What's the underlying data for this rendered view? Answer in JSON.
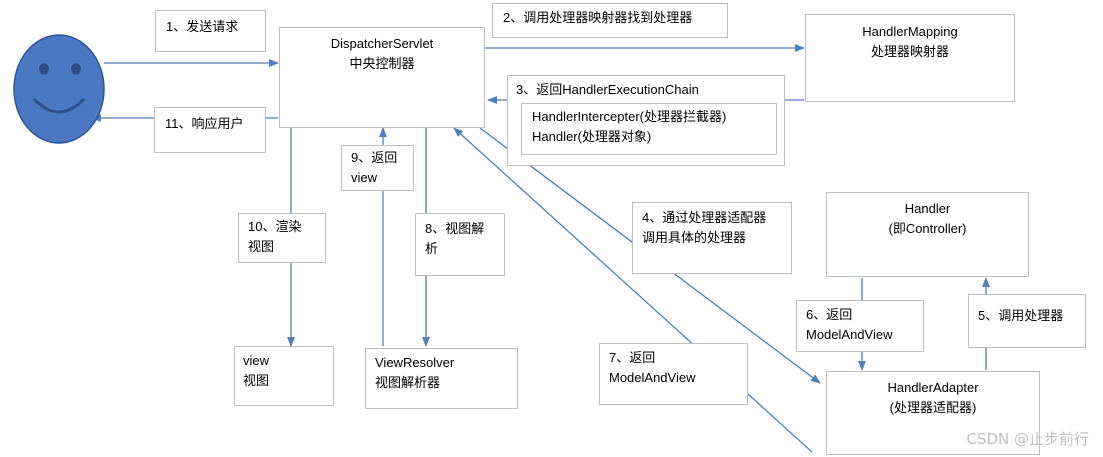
{
  "colors": {
    "arrow": "#4f7fb6",
    "face": "#4a78c2",
    "border": "#bfbfbf"
  },
  "nodes": {
    "dispatcher": {
      "line1": "DispatcherServlet",
      "line2": "中央控制器"
    },
    "handler_mapping": {
      "line1": "HandlerMapping",
      "line2": "处理器映射器"
    },
    "handler": {
      "line1": "Handler",
      "line2": "(即Controller)"
    },
    "handler_adapter": {
      "line1": "HandlerAdapter",
      "line2": "(处理器适配器)"
    },
    "view": {
      "line1": "view",
      "line2": "视图"
    },
    "view_resolver": {
      "line1": "ViewResolver",
      "line2": "视图解析器"
    },
    "execution_chain": {
      "title": "3、返回HandlerExecutionChain",
      "item1": "HandlerIntercepter(处理器拦截器)",
      "item2": "Handler(处理器对象)"
    }
  },
  "labels": {
    "step1": "1、发送请求",
    "step2": "2、调用处理器映射器找到处理器",
    "step4_line1": "4、通过处理器适配器",
    "step4_line2": "调用具体的处理器",
    "step5": "5、调用处理器",
    "step6_line1": "6、返回",
    "step6_line2": "ModelAndView",
    "step7_line1": "7、返回",
    "step7_line2": "ModelAndView",
    "step8_line1": "8、视图解",
    "step8_line2": "析",
    "step9_line1": "9、返回",
    "step9_line2": "view",
    "step10_line1": "10、渲染",
    "step10_line2": "视图",
    "step11": "11、响应用户"
  },
  "watermark": "CSDN @止步前行"
}
